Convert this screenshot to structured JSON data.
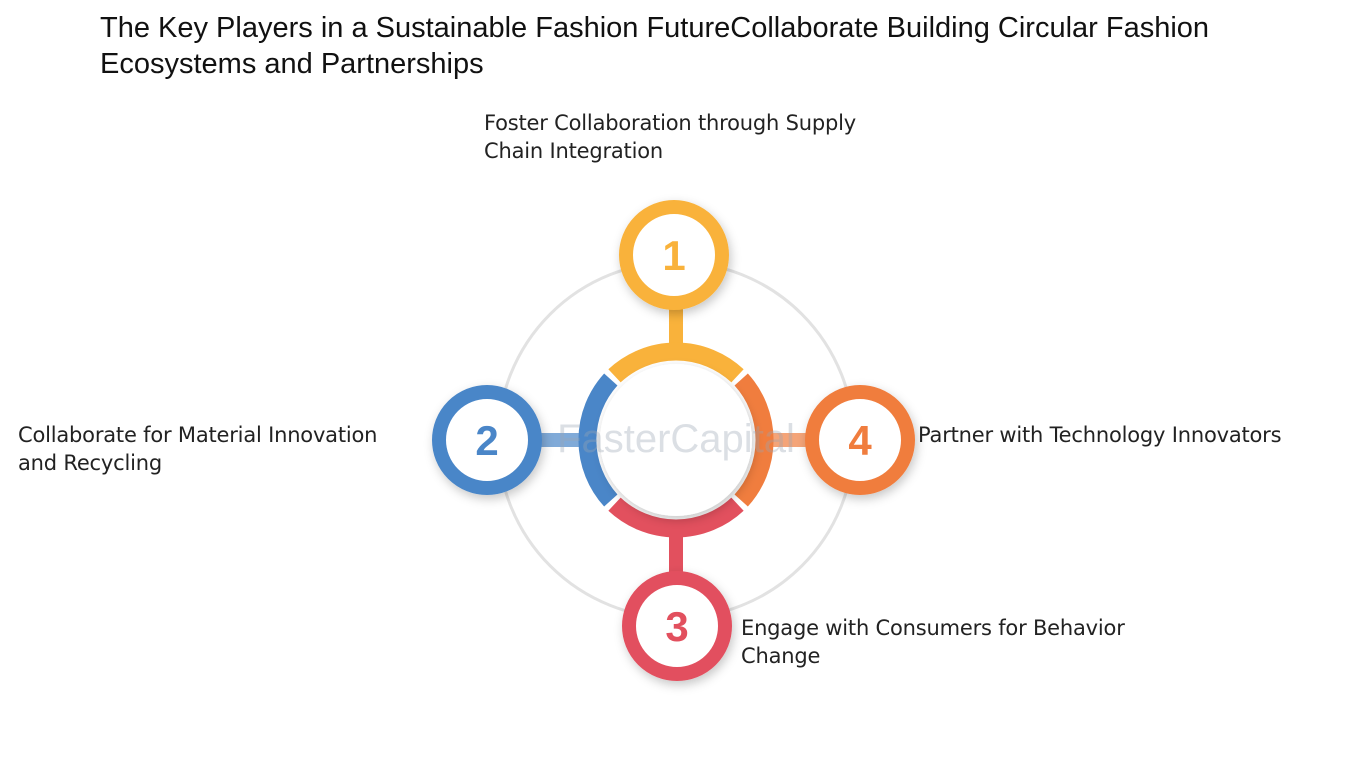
{
  "title": "The Key Players in a Sustainable Fashion FutureCollaborate Building Circular Fashion Ecosystems and Partnerships",
  "watermark": "FasterCapital",
  "colors": {
    "step1": "#F9B23B",
    "step2": "#4A86C8",
    "step3": "#E2505E",
    "step4": "#F07D3E",
    "ring": "#DDDDDD"
  },
  "steps": [
    {
      "number": "1",
      "text": "Foster Collaboration through Supply Chain Integration"
    },
    {
      "number": "2",
      "text": "Collaborate for Material Innovation and Recycling"
    },
    {
      "number": "3",
      "text": "Engage with Consumers for Behavior Change"
    },
    {
      "number": "4",
      "text": "Partner with Technology Innovators"
    }
  ]
}
